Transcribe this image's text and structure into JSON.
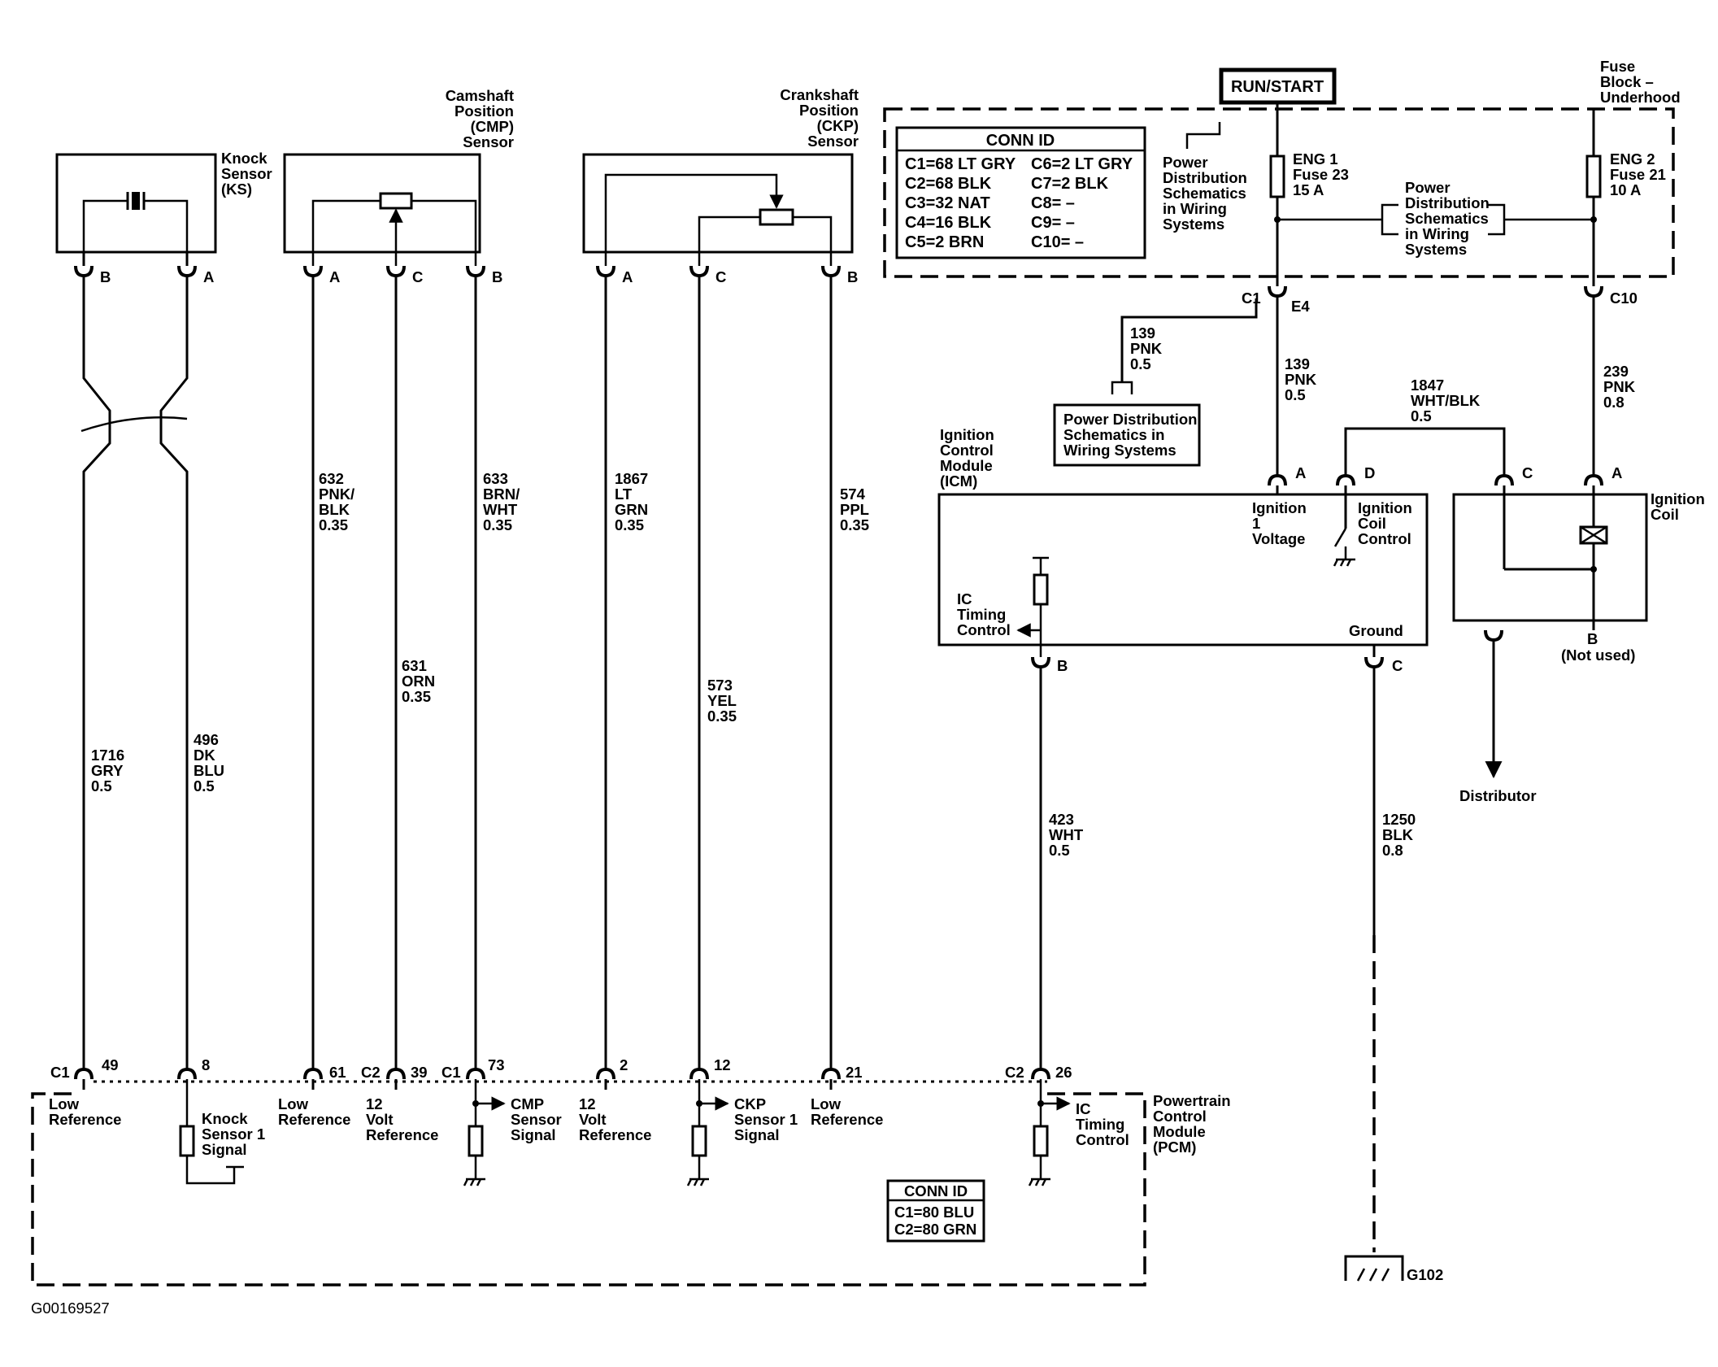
{
  "figure_id": "G00169527",
  "run_start": "RUN/START",
  "fuse_block": [
    "Fuse",
    "Block –",
    "Underhood"
  ],
  "conn_id_top": {
    "title": "CONN ID",
    "rows": [
      [
        "C1=68 LT GRY",
        "C6=2 LT GRY"
      ],
      [
        "C2=68 BLK",
        "C7=2 BLK"
      ],
      [
        "C3=32 NAT",
        "C8= –"
      ],
      [
        "C4=16 BLK",
        "C9= –"
      ],
      [
        "C5=2 BRN",
        "C10= –"
      ]
    ]
  },
  "conn_id_bottom": {
    "title": "CONN ID",
    "rows": [
      "C1=80 BLU",
      "C2=80 GRN"
    ]
  },
  "knock_sensor": {
    "label": [
      "Knock",
      "Sensor",
      "(KS)"
    ],
    "pins": [
      "B",
      "A"
    ]
  },
  "cmp_sensor": {
    "label": [
      "Camshaft",
      "Position",
      "(CMP)",
      "Sensor"
    ],
    "pins": [
      "A",
      "C",
      "B"
    ]
  },
  "ckp_sensor": {
    "label": [
      "Crankshaft",
      "Position",
      "(CKP)",
      "Sensor"
    ],
    "pins": [
      "A",
      "C",
      "B"
    ]
  },
  "fuses": {
    "eng1": [
      "ENG 1",
      "Fuse 23",
      "15 A"
    ],
    "eng2": [
      "ENG 2",
      "Fuse 21",
      "10 A"
    ]
  },
  "power_dist_1": [
    "Power",
    "Distribution",
    "Schematics",
    "in Wiring",
    "Systems"
  ],
  "power_dist_2": [
    "Power",
    "Distribution",
    "Schematics",
    "in Wiring",
    "Systems"
  ],
  "power_dist_3": [
    "Power Distribution",
    "Schematics in",
    "Wiring Systems"
  ],
  "fuse_block_connectors": {
    "c1": "C1",
    "e4": "E4",
    "c10": "C10"
  },
  "wires": {
    "w139_branch": [
      "139",
      "PNK",
      "0.5"
    ],
    "w139_main": [
      "139",
      "PNK",
      "0.5"
    ],
    "w1847": [
      "1847",
      "WHT/BLK",
      "0.5"
    ],
    "w239": [
      "239",
      "PNK",
      "0.8"
    ],
    "w1716": [
      "1716",
      "GRY",
      "0.5"
    ],
    "w496": [
      "496",
      "DK",
      "BLU",
      "0.5"
    ],
    "w632": [
      "632",
      "PNK/",
      "BLK",
      "0.35"
    ],
    "w631": [
      "631",
      "ORN",
      "0.35"
    ],
    "w633": [
      "633",
      "BRN/",
      "WHT",
      "0.35"
    ],
    "w1867": [
      "1867",
      "LT",
      "GRN",
      "0.35"
    ],
    "w573": [
      "573",
      "YEL",
      "0.35"
    ],
    "w574": [
      "574",
      "PPL",
      "0.35"
    ],
    "w423": [
      "423",
      "WHT",
      "0.5"
    ],
    "w1250": [
      "1250",
      "BLK",
      "0.8"
    ]
  },
  "icm": {
    "label": [
      "Ignition",
      "Control",
      "Module",
      "(ICM)"
    ],
    "pins": {
      "a": "A",
      "d": "D",
      "b": "B",
      "c": "C"
    },
    "ign_voltage": [
      "Ignition",
      "1",
      "Voltage"
    ],
    "coil_control": [
      "Ignition",
      "Coil",
      "Control"
    ],
    "ic_timing": [
      "IC",
      "Timing",
      "Control"
    ],
    "ground": "Ground"
  },
  "ignition_coil": {
    "label": [
      "Ignition",
      "Coil"
    ],
    "pin_c": "C",
    "pin_a": "A",
    "pin_b": "B",
    "not_used": "(Not used)"
  },
  "distributor": "Distributor",
  "ground_g102": "G102",
  "pcm": {
    "label": [
      "Powertrain",
      "Control",
      "Module",
      "(PCM)"
    ],
    "pins": {
      "c1_49": [
        "C1",
        "49"
      ],
      "p8": "8",
      "p61": "61",
      "c2_39": [
        "C2",
        "39"
      ],
      "c1_73": [
        "C1",
        "73"
      ],
      "p2": "2",
      "p12": "12",
      "p21": "21",
      "c2_26": [
        "C2",
        "26"
      ]
    },
    "low_ref_1": [
      "Low",
      "Reference"
    ],
    "knock_signal": [
      "Knock",
      "Sensor 1",
      "Signal"
    ],
    "low_ref_2": [
      "Low",
      "Reference"
    ],
    "volt_ref_1": [
      "12",
      "Volt",
      "Reference"
    ],
    "cmp_signal": [
      "CMP",
      "Sensor",
      "Signal"
    ],
    "volt_ref_2": [
      "12",
      "Volt",
      "Reference"
    ],
    "ckp_signal": [
      "CKP",
      "Sensor 1",
      "Signal"
    ],
    "low_ref_3": [
      "Low",
      "Reference"
    ],
    "ic_timing": [
      "IC",
      "Timing",
      "Control"
    ]
  }
}
